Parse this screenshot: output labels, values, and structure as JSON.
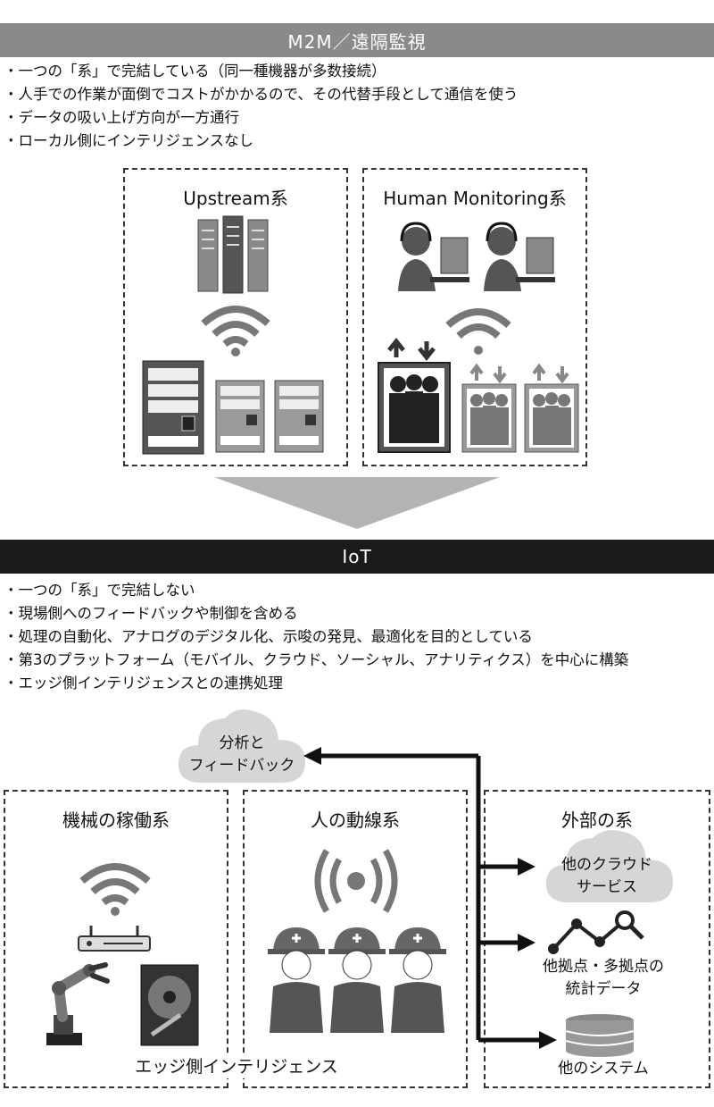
{
  "m2m": {
    "title": "M2M／遠隔監視",
    "bullets": [
      "・一つの「系」で完結している（同一種機器が多数接続）",
      "・人手での作業が面倒でコストがかかるので、その代替手段として通信を使う",
      "・データの吸い上げ方向が一方通行",
      "・ローカル側にインテリジェンスなし"
    ],
    "upstream_title": "Upstream系",
    "human_title": "Human Monitoring系"
  },
  "iot": {
    "title": "IoT",
    "bullets": [
      "・一つの「系」で完結しない",
      "・現場側へのフィードバックや制御を含める",
      "・処理の自動化、アナログのデジタル化、示唆の発見、最適化を目的としている",
      "・第3のプラットフォーム（モバイル、クラウド、ソーシャル、アナリティクス）を中心に構築",
      "・エッジ側インテリジェンスとの連携処理"
    ],
    "cloud_line1": "分析と",
    "cloud_line2": "フィードバック",
    "machine_title": "機械の稼働系",
    "human_flow_title": "人の動線系",
    "external_title": "外部の系",
    "edge_label": "エッジ側インテリジェンス",
    "other_cloud_line1": "他のクラウド",
    "other_cloud_line2": "サービス",
    "stats_line1": "他拠点・多拠点の",
    "stats_line2": "統計データ",
    "other_system": "他のシステム"
  }
}
